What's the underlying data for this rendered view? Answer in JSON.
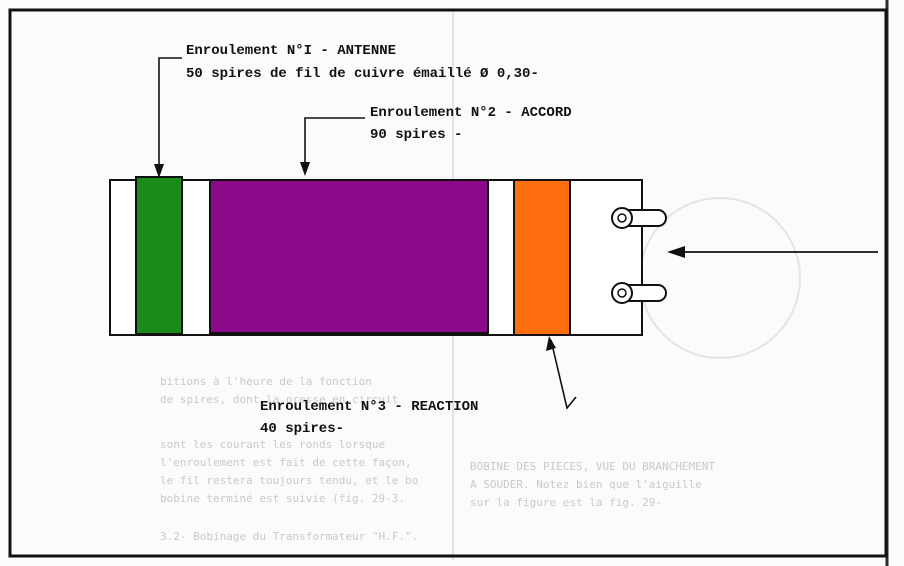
{
  "colors": {
    "winding1": "#1a8a1a",
    "winding2": "#8a0a8a",
    "winding3": "#ff6e0e",
    "outline": "#111111",
    "paper": "#fbfbf9",
    "ghost_text": "#c9c9c9"
  },
  "labels": {
    "winding1_title": "Enroulement N°I - ANTENNE",
    "winding1_detail": "50 spires de fil de cuivre émaillé Ø 0,30-",
    "winding2_title": "Enroulement N°2 - ACCORD",
    "winding2_detail": "90 spires -",
    "winding3_title": "Enroulement N°3 - REACTION",
    "winding3_detail": "40 spires-"
  },
  "background_text": {
    "caption_lines": [
      "BOBINE DES PIECES, VUE DU BRANCHEMENT",
      "A SOUDER. Notez bien que l'aiguille",
      "sur la figure est la fig. 29-"
    ],
    "body_lines": [
      "bitions à l'heure de la fonction",
      "de spires, dont la presse en circuit",
      "sont les courant les ronds lorsque",
      "l'enroulement est fait de cette façon,",
      "le fil restera toujours tendu, et le bo",
      "bobine terminé est suivie (fig. 29-3."
    ],
    "heading": "3.2- Bobinage du Transformateur \"H.F.\"."
  }
}
